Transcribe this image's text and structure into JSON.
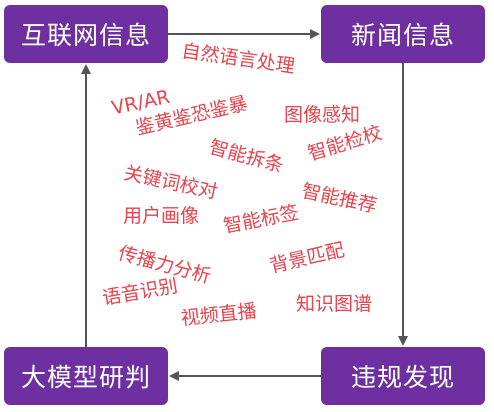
{
  "boxes": {
    "top_left": "互联网信息",
    "top_right": "新闻信息",
    "bottom_right": "违规发现",
    "bottom_left": "大模型研判"
  },
  "terms": [
    "自然语言处理",
    "VR/AR",
    "鉴黄鉴恐鉴暴",
    "图像感知",
    "智能拆条",
    "智能检校",
    "关键词校对",
    "智能推荐",
    "用户画像",
    "智能标签",
    "传播力分析",
    "背景匹配",
    "语音识别",
    "视频直播",
    "知识图谱"
  ],
  "colors": {
    "box_fill": "#6e2fa0",
    "box_text": "#ffffff",
    "term_text": "#e8424c",
    "arrow": "#555555"
  }
}
